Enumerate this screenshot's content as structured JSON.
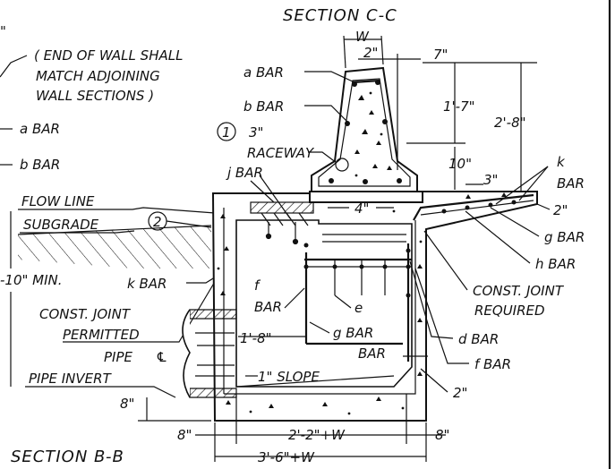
{
  "section_cc": {
    "title": "SECTION C-C",
    "dim_w": "W",
    "dim_2in": "2\"",
    "dim_7in": "7\"",
    "dim_1_7": "1'-7\"",
    "dim_2_8": "2'-8\"",
    "dim_10in": "10\"",
    "dim_3in": "3\"",
    "a_bar": "a BAR",
    "b_bar": "b BAR",
    "raceway": "RACEWAY",
    "callout_1_num": "1",
    "callout_1_dim": "3\""
  },
  "notes": {
    "end_wall_1": "( END OF WALL SHALL",
    "end_wall_2": "MATCH ADJOINING",
    "end_wall_3": "WALL SECTIONS )",
    "top_left_mark": "\""
  },
  "left_labels": {
    "a_bar": "a BAR",
    "b_bar": "b BAR",
    "flow_line": "FLOW LINE",
    "subgrade": "SUBGRADE",
    "callout_2": "2",
    "min_dim": "-10\" MIN.",
    "k_bar": "k BAR",
    "const_joint_1": "CONST. JOINT",
    "const_joint_2": "PERMITTED",
    "pipe": "PIPE",
    "pipe_invert": "PIPE INVERT",
    "dim_8in_left": "8\""
  },
  "center_labels": {
    "j_bar": "j BAR",
    "dim_4in": "4\"",
    "f_bar_1": "f",
    "f_bar_2": "BAR",
    "e_bar": "e",
    "g_bar": "g BAR",
    "dim_1_8": "1'-8\"",
    "bar_word": "BAR",
    "slope": "1\" SLOPE"
  },
  "right_labels": {
    "k_bar_1": "k",
    "k_bar_2": "BAR",
    "dim_2in": "2\"",
    "g_bar": "g BAR",
    "h_bar": "h BAR",
    "const_joint_1": "CONST. JOINT",
    "const_joint_2": "REQUIRED",
    "d_bar": "d BAR",
    "f_bar": "f BAR",
    "dim_2in_low": "2\""
  },
  "bottom_dims": {
    "left_8in": "8\"",
    "mid": "2'-2\"+W",
    "right_8in": "8\"",
    "overall": "3'-6\"+W"
  },
  "section_bb": {
    "title": "SECTION B-B"
  }
}
